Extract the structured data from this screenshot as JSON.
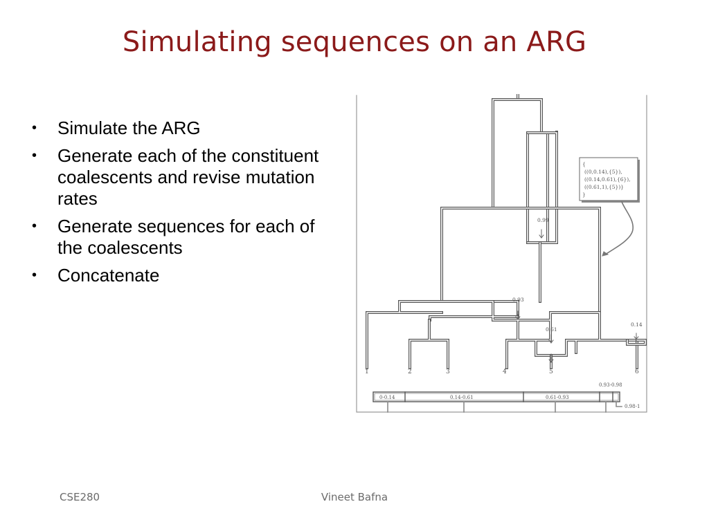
{
  "title": "Simulating sequences on an ARG",
  "bullets": [
    "Simulate the ARG",
    "Generate each of the constituent coalescents and revise mutation rates",
    "Generate sequences for each of the coalescents",
    "Concatenate"
  ],
  "bullet_glyph": "•",
  "figure": {
    "leaf_labels": [
      "1",
      "2",
      "3",
      "4",
      "5",
      "6"
    ],
    "recomb_labels": [
      "0.99",
      "0.93",
      "0.61",
      "0.14"
    ],
    "annotation_lines": [
      "{",
      "((0,0.14),{5}),",
      "((0.14,0.61),{6}),",
      "((0.61,1),{5})}",
      "}"
    ],
    "segments": [
      "0-0.14",
      "0.14-0.61",
      "0.61-0.93"
    ],
    "segment_label_top": "0.93-0.98",
    "segment_label_side": "0.98-1"
  },
  "footer": {
    "course": "CSE280",
    "author": "Vineet Bafna"
  }
}
